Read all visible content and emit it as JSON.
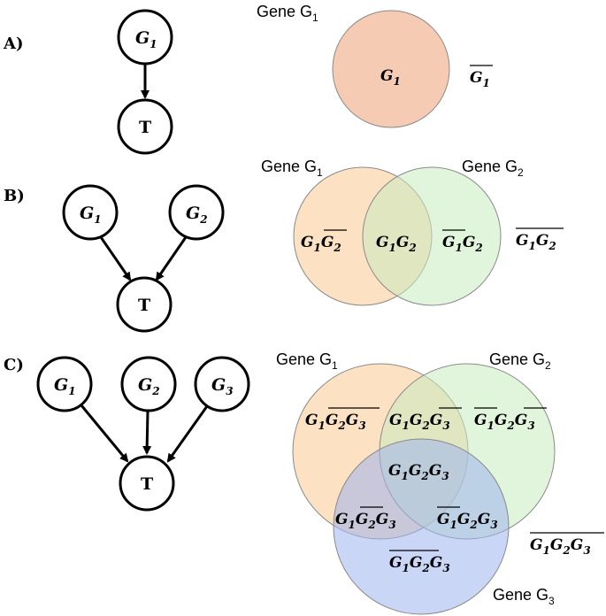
{
  "panels": [
    {
      "label": "A)",
      "dag": {
        "parents": [
          "G1"
        ],
        "child": "T"
      },
      "genes": [
        {
          "prefix": "Gene G",
          "sub": "1"
        }
      ],
      "terms": [
        {
          "parts": [
            {
              "g": "G",
              "s": "1",
              "bar": false
            }
          ]
        },
        {
          "parts": [
            {
              "g": "G",
              "s": "1",
              "bar": true
            }
          ]
        }
      ]
    },
    {
      "label": "B)",
      "dag": {
        "parents": [
          "G1",
          "G2"
        ],
        "child": "T"
      },
      "genes": [
        {
          "prefix": "Gene G",
          "sub": "1"
        },
        {
          "prefix": "Gene G",
          "sub": "2"
        }
      ],
      "terms": [
        {
          "parts": [
            {
              "g": "G",
              "s": "1",
              "bar": false
            },
            {
              "g": "G",
              "s": "2",
              "bar": true
            }
          ]
        },
        {
          "parts": [
            {
              "g": "G",
              "s": "1",
              "bar": false
            },
            {
              "g": "G",
              "s": "2",
              "bar": false
            }
          ]
        },
        {
          "parts": [
            {
              "g": "G",
              "s": "1",
              "bar": true
            },
            {
              "g": "G",
              "s": "2",
              "bar": false
            }
          ]
        },
        {
          "parts": [
            {
              "g": "G",
              "s": "1",
              "bar": false
            },
            {
              "g": "G",
              "s": "2",
              "bar": false
            }
          ],
          "groupBar": true
        }
      ]
    },
    {
      "label": "C)",
      "dag": {
        "parents": [
          "G1",
          "G2",
          "G3"
        ],
        "child": "T"
      },
      "genes": [
        {
          "prefix": "Gene G",
          "sub": "1"
        },
        {
          "prefix": "Gene G",
          "sub": "2"
        },
        {
          "prefix": "Gene G",
          "sub": "3"
        }
      ],
      "terms": [
        {
          "parts": [
            {
              "g": "G",
              "s": "1",
              "bar": false
            },
            {
              "g": "G",
              "s": "2",
              "bar": false
            },
            {
              "g": "G",
              "s": "3",
              "bar": false
            }
          ],
          "barFrom": 1
        },
        {
          "parts": [
            {
              "g": "G",
              "s": "1",
              "bar": false
            },
            {
              "g": "G",
              "s": "2",
              "bar": false
            },
            {
              "g": "G",
              "s": "3",
              "bar": true
            }
          ]
        },
        {
          "parts": [
            {
              "g": "G",
              "s": "1",
              "bar": true
            },
            {
              "g": "G",
              "s": "2",
              "bar": false
            },
            {
              "g": "G",
              "s": "3",
              "bar": true
            }
          ]
        },
        {
          "parts": [
            {
              "g": "G",
              "s": "1",
              "bar": false
            },
            {
              "g": "G",
              "s": "2",
              "bar": false
            },
            {
              "g": "G",
              "s": "3",
              "bar": false
            }
          ]
        },
        {
          "parts": [
            {
              "g": "G",
              "s": "1",
              "bar": false
            },
            {
              "g": "G",
              "s": "2",
              "bar": true
            },
            {
              "g": "G",
              "s": "3",
              "bar": false
            }
          ]
        },
        {
          "parts": [
            {
              "g": "G",
              "s": "1",
              "bar": true
            },
            {
              "g": "G",
              "s": "2",
              "bar": false
            },
            {
              "g": "G",
              "s": "3",
              "bar": false
            }
          ]
        },
        {
          "parts": [
            {
              "g": "G",
              "s": "1",
              "bar": false
            },
            {
              "g": "G",
              "s": "2",
              "bar": false
            },
            {
              "g": "G",
              "s": "3",
              "bar": false
            }
          ],
          "barTo": 2
        },
        {
          "parts": [
            {
              "g": "G",
              "s": "1",
              "bar": false
            },
            {
              "g": "G",
              "s": "2",
              "bar": false
            },
            {
              "g": "G",
              "s": "3",
              "bar": false
            }
          ],
          "groupBar": true
        }
      ]
    }
  ],
  "colors": {
    "g1": "#f9c98f",
    "g1_single": "#f4c2a6",
    "g2": "#c8ebc0",
    "g3": "#9fb4ef",
    "stroke": "#8a8a8a"
  }
}
